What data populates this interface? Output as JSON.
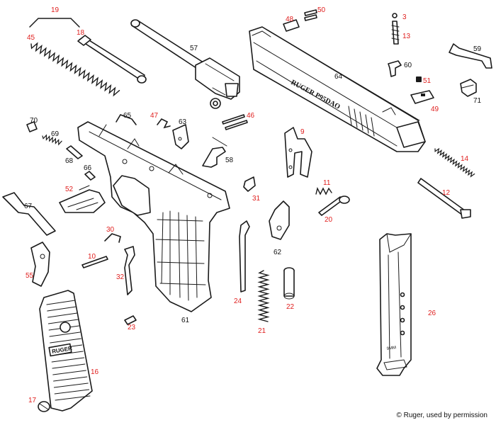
{
  "diagram": {
    "credit_symbol": "©",
    "credit": "Ruger, used by permission",
    "slide_engraving": "RUGER P95DAO",
    "grip_logo": "RUGER",
    "magazine_marking": "9MM",
    "colors": {
      "line": "#1a1a1a",
      "highlight_label": "#e0201f",
      "standard_label": "#111111",
      "background": "#ffffff"
    },
    "labels": [
      {
        "id": "19",
        "text": "19",
        "color": "red"
      },
      {
        "id": "18",
        "text": "18",
        "color": "red"
      },
      {
        "id": "45",
        "text": "45",
        "color": "red"
      },
      {
        "id": "57",
        "text": "57",
        "color": "black"
      },
      {
        "id": "48",
        "text": "48",
        "color": "red"
      },
      {
        "id": "50",
        "text": "50",
        "color": "red"
      },
      {
        "id": "3",
        "text": "3",
        "color": "red"
      },
      {
        "id": "13",
        "text": "13",
        "color": "red"
      },
      {
        "id": "59",
        "text": "59",
        "color": "black"
      },
      {
        "id": "60",
        "text": "60",
        "color": "black"
      },
      {
        "id": "51",
        "text": "51",
        "color": "red"
      },
      {
        "id": "71",
        "text": "71",
        "color": "black"
      },
      {
        "id": "64",
        "text": "64",
        "color": "black"
      },
      {
        "id": "49",
        "text": "49",
        "color": "red"
      },
      {
        "id": "65",
        "text": "65",
        "color": "black"
      },
      {
        "id": "47",
        "text": "47",
        "color": "red"
      },
      {
        "id": "63",
        "text": "63",
        "color": "black"
      },
      {
        "id": "46",
        "text": "46",
        "color": "red"
      },
      {
        "id": "9",
        "text": "9",
        "color": "red"
      },
      {
        "id": "14",
        "text": "14",
        "color": "red"
      },
      {
        "id": "70",
        "text": "70",
        "color": "black"
      },
      {
        "id": "69",
        "text": "69",
        "color": "black"
      },
      {
        "id": "68",
        "text": "68",
        "color": "black"
      },
      {
        "id": "66",
        "text": "66",
        "color": "black"
      },
      {
        "id": "58",
        "text": "58",
        "color": "black"
      },
      {
        "id": "11",
        "text": "11",
        "color": "red"
      },
      {
        "id": "12",
        "text": "12",
        "color": "red"
      },
      {
        "id": "52",
        "text": "52",
        "color": "red"
      },
      {
        "id": "67",
        "text": "67",
        "color": "black"
      },
      {
        "id": "31",
        "text": "31",
        "color": "red"
      },
      {
        "id": "20",
        "text": "20",
        "color": "red"
      },
      {
        "id": "30",
        "text": "30",
        "color": "red"
      },
      {
        "id": "62",
        "text": "62",
        "color": "black"
      },
      {
        "id": "10",
        "text": "10",
        "color": "red"
      },
      {
        "id": "55",
        "text": "55",
        "color": "red"
      },
      {
        "id": "32",
        "text": "32",
        "color": "red"
      },
      {
        "id": "24",
        "text": "24",
        "color": "red"
      },
      {
        "id": "22",
        "text": "22",
        "color": "red"
      },
      {
        "id": "26",
        "text": "26",
        "color": "red"
      },
      {
        "id": "61",
        "text": "61",
        "color": "black"
      },
      {
        "id": "23",
        "text": "23",
        "color": "red"
      },
      {
        "id": "21",
        "text": "21",
        "color": "red"
      },
      {
        "id": "16",
        "text": "16",
        "color": "red"
      },
      {
        "id": "17",
        "text": "17",
        "color": "red"
      }
    ]
  }
}
